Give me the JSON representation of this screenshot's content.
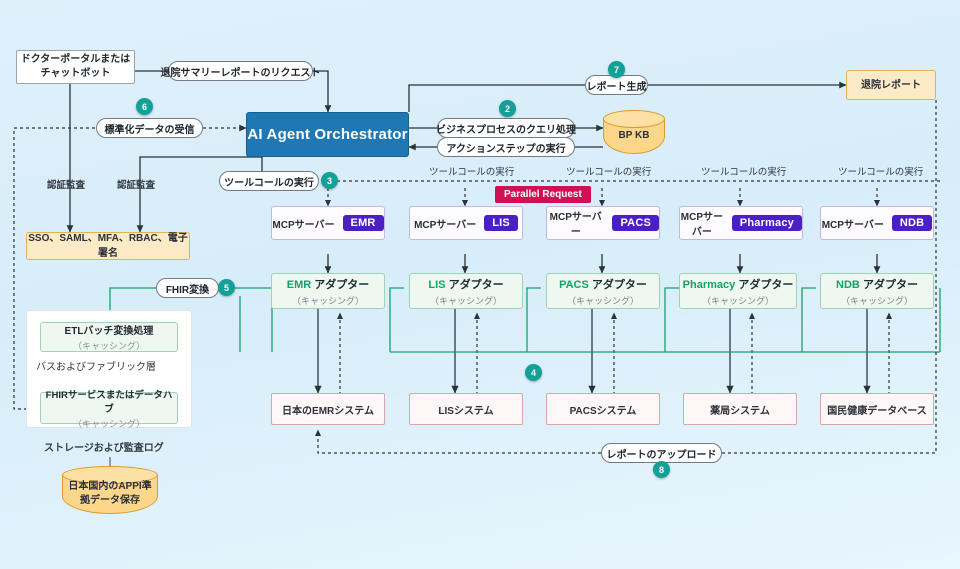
{
  "diagram": {
    "title": "AI Agent Orchestrator healthcare MCP architecture",
    "colors": {
      "background": "#ddeffb",
      "orchestrator": "#1f78b4",
      "badge": "#13a098",
      "adapter_accent": "#0fa36b",
      "mcp_tag": "#4b1fc4",
      "parallel_chip": "#d10f54",
      "store_yellow": "#fdebc8",
      "system_box": "#fdf7f7"
    }
  },
  "nodes": {
    "doctor_portal": "ドクターポータルまたは\nチャットボット",
    "orchestrator": "AI Agent Orchestrator",
    "bp_kb": "BP KB",
    "discharge_report": "退院レポート",
    "auth_store": "SSO、SAML、MFA、RBAC、電子署名",
    "etl": {
      "title": "ETLバッチ変換処理",
      "sub": "（キャッシング）"
    },
    "bus_label": "バスおよびファブリック層",
    "fhir_hub": {
      "title": "FHIRサービスまたはデータハブ",
      "sub": "（キャッシング）"
    },
    "storage_label": "ストレージおよび監査ログ",
    "appi_store": "日本国内のAPPI準\n拠データ保存"
  },
  "mcp_servers": [
    {
      "prefix": "MCPサーバー",
      "tag": "EMR"
    },
    {
      "prefix": "MCPサーバー",
      "tag": "LIS"
    },
    {
      "prefix": "MCPサーバー",
      "tag": "PACS"
    },
    {
      "prefix": "MCPサーバー",
      "tag": "Pharmacy"
    },
    {
      "prefix": "MCPサーバー",
      "tag": "NDB"
    }
  ],
  "adapters": [
    {
      "name": "EMR",
      "suffix": " アダプター",
      "sub": "（キャッシング）"
    },
    {
      "name": "LIS",
      "suffix": " アダプター",
      "sub": "（キャッシング）"
    },
    {
      "name": "PACS",
      "suffix": " アダプター",
      "sub": "（キャッシング）"
    },
    {
      "name": "Pharmacy",
      "suffix": " アダプター",
      "sub": "（キャッシング）"
    },
    {
      "name": "NDB",
      "suffix": " アダプター",
      "sub": "（キャッシング）"
    }
  ],
  "systems": [
    "日本のEMRシステム",
    "LISシステム",
    "PACSシステム",
    "薬局システム",
    "国民健康データベース"
  ],
  "edge_pills": {
    "request": "退院サマリーレポートのリクエスト",
    "receive_standard_data": "標準化データの受信",
    "report_generation": "レポート生成",
    "bp_query": "ビジネスプロセスのクエリ処理",
    "action_step": "アクションステップの実行",
    "tool_call_main": "ツールコールの実行",
    "fhir_transform": "FHIR変換",
    "report_upload": "レポートのアップロード"
  },
  "edge_labels": {
    "auth_audit_1": "認証監査",
    "auth_audit_2": "認証監査",
    "tool_call_2": "ツールコールの実行",
    "tool_call_3": "ツールコールの実行",
    "tool_call_4": "ツールコールの実行",
    "tool_call_5": "ツールコールの実行"
  },
  "chip": {
    "parallel_request": "Parallel Request"
  },
  "badges": [
    {
      "n": "2"
    },
    {
      "n": "3"
    },
    {
      "n": "4"
    },
    {
      "n": "5"
    },
    {
      "n": "6"
    },
    {
      "n": "7"
    },
    {
      "n": "8"
    }
  ]
}
